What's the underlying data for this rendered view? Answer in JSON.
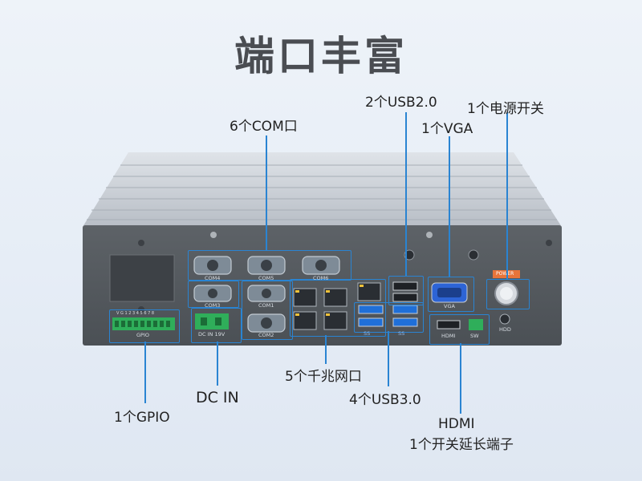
{
  "title": "端口丰富",
  "labels": {
    "usb2": "2个USB2.0",
    "power": "1个电源开关",
    "com": "6个COM口",
    "vga": "1个VGA",
    "lan": "5个千兆网口",
    "usb3": "4个USB3.0",
    "gpio": "1个GPIO",
    "dcin": "DC IN",
    "hdmi": "HDMI",
    "switch_ext": "1个开关延长端子"
  },
  "panel": {
    "com4": "COM4",
    "com5": "COM5",
    "com6": "COM6",
    "com3": "COM3",
    "com1": "COM1",
    "com2": "COM2",
    "gpio_pins": "V G 1 2 3 4 5 6 7 8",
    "gpio": "GPIO",
    "dcin": "DC IN 19V",
    "vga": "VGA",
    "power": "POWER",
    "hdd": "HDD",
    "hdmi": "HDMI",
    "sw": "SW",
    "ss1": "SS",
    "ss2": "SS"
  },
  "colors": {
    "accent": "#2a84d2",
    "chassis_front": "#565b60",
    "power_tag": "#e8743a",
    "usb3_blue": "#1f6fd8",
    "terminal_green": "#2fae5a"
  }
}
